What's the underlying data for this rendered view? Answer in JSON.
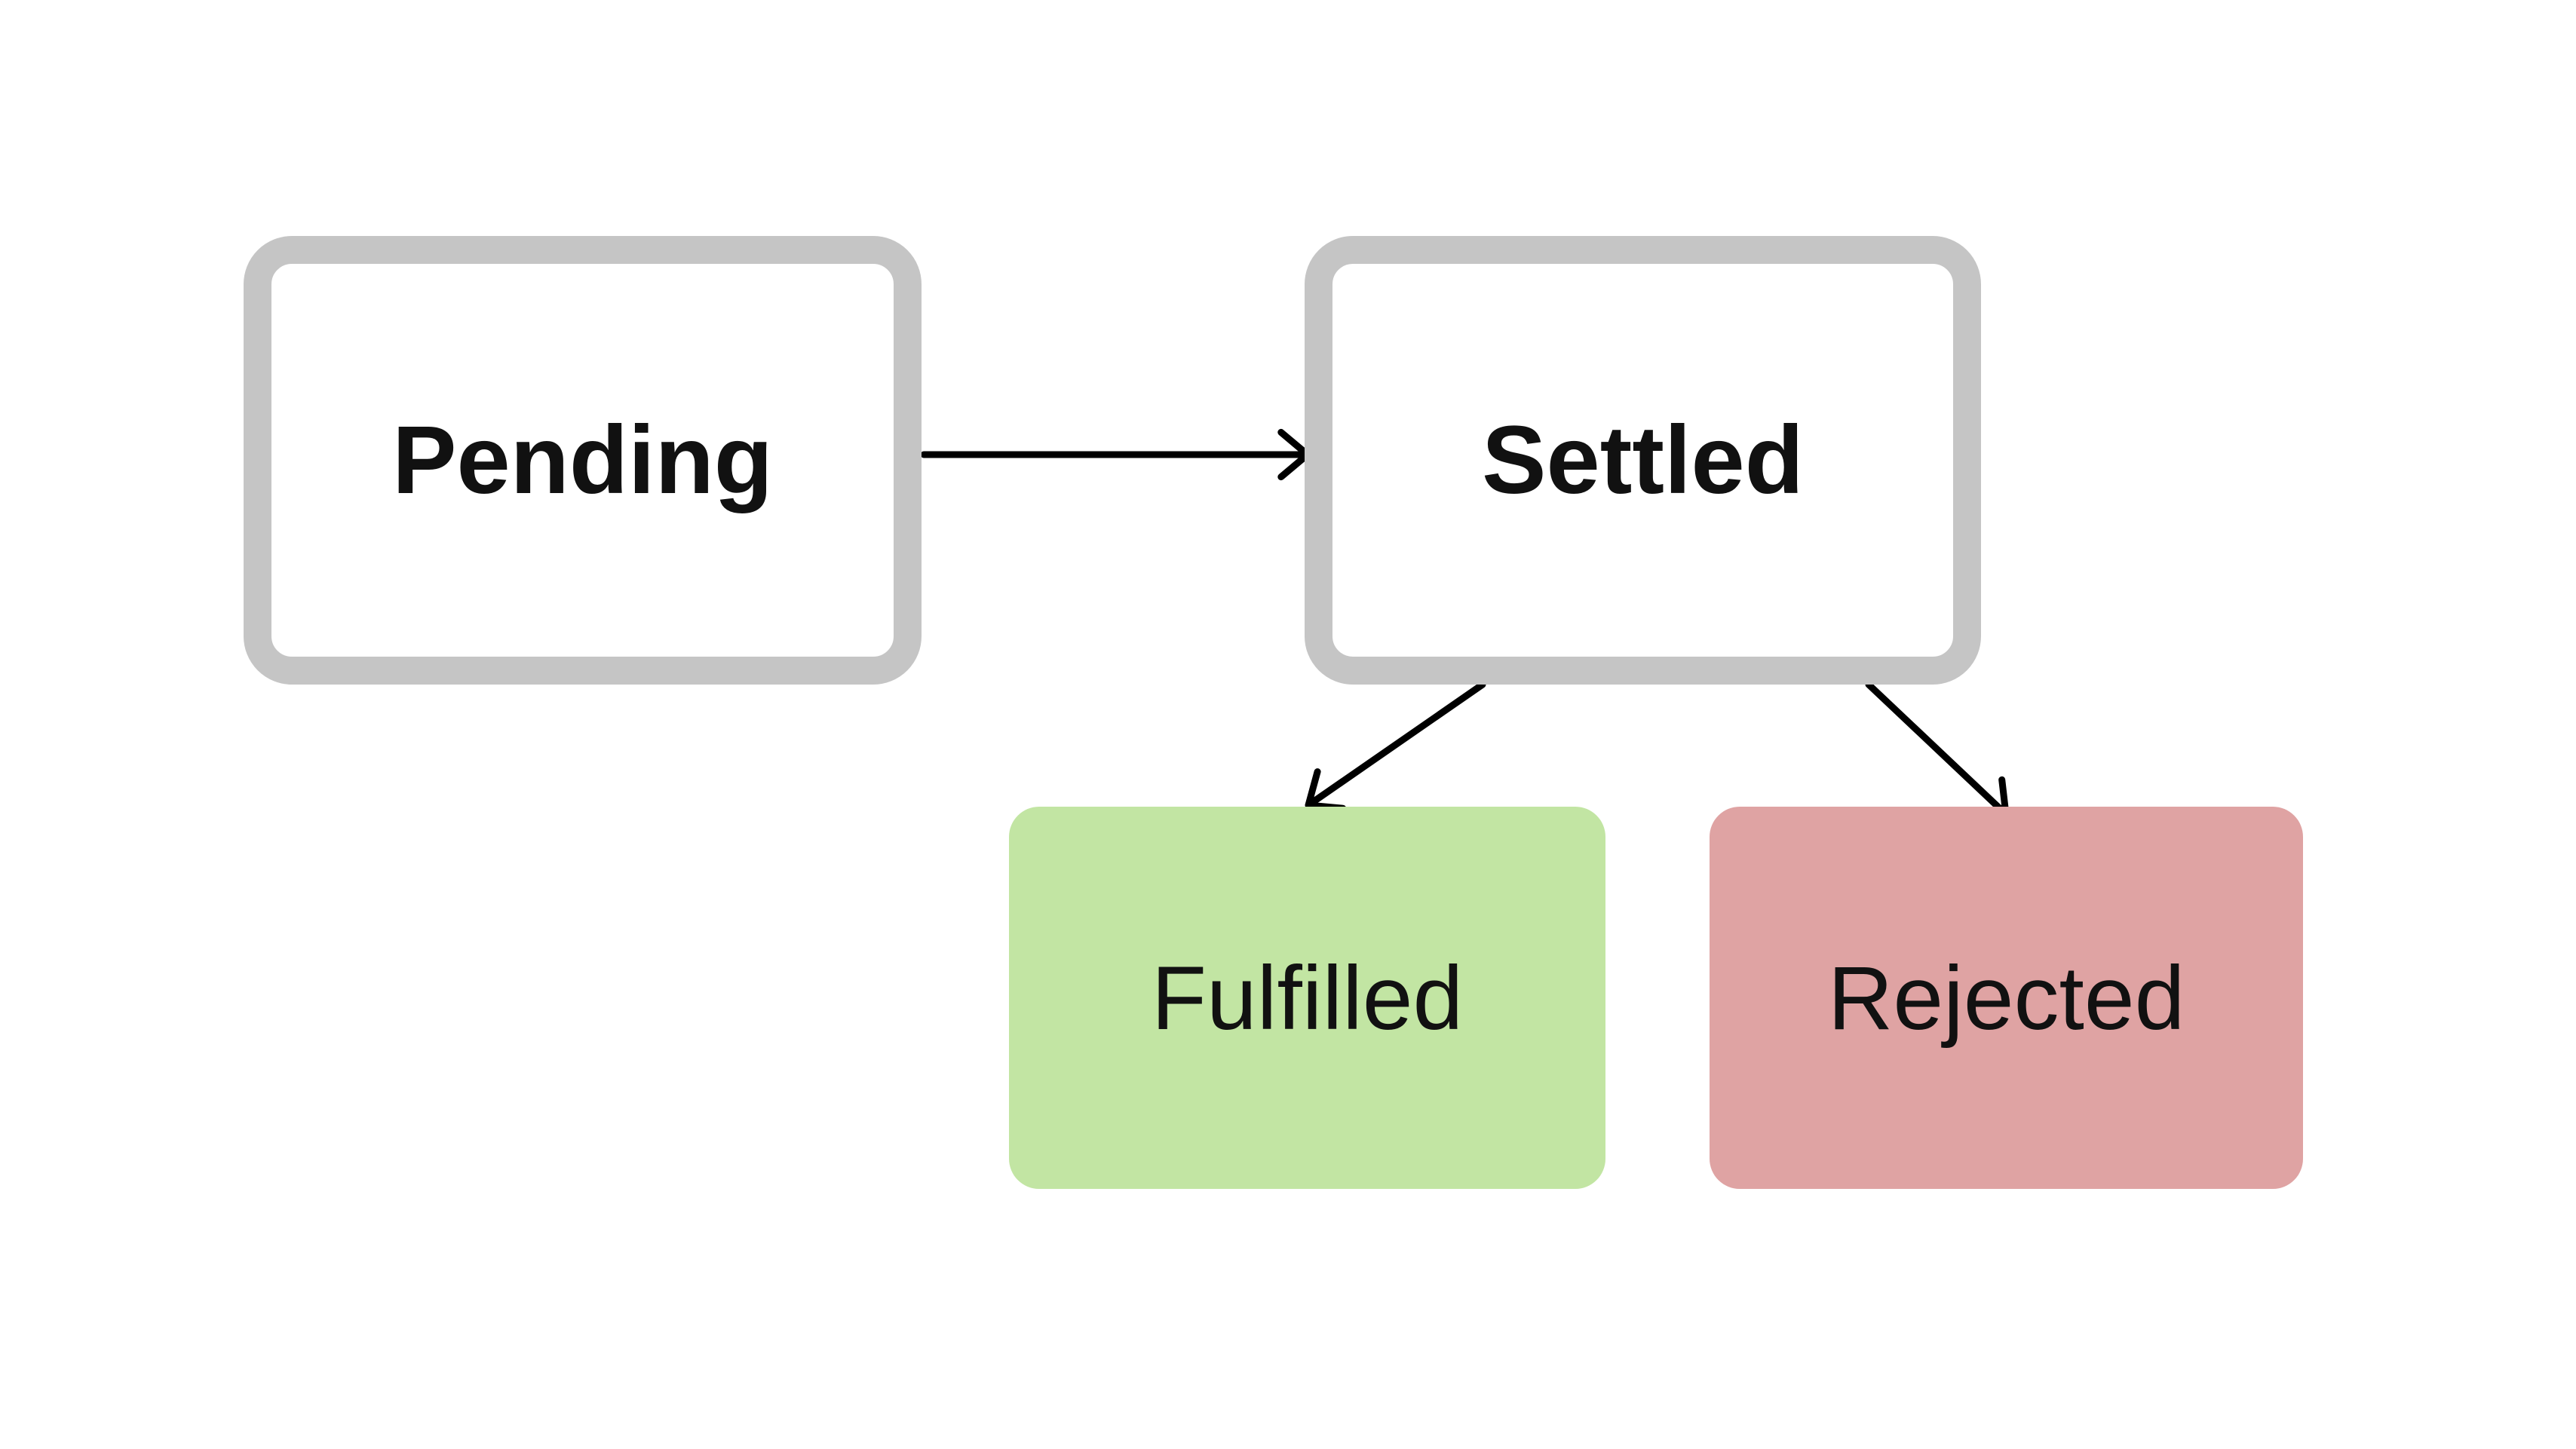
{
  "diagram": {
    "canvas_background": "#ffffff",
    "arrow_color": "#000000",
    "nodes": [
      {
        "id": "pending",
        "label": "Pending",
        "kind": "state",
        "fill": "#ffffff",
        "border_color": "#c5c5c5",
        "text_color": "#111111"
      },
      {
        "id": "settled",
        "label": "Settled",
        "kind": "state",
        "fill": "#ffffff",
        "border_color": "#c5c5c5",
        "text_color": "#111111"
      },
      {
        "id": "fulfilled",
        "label": "Fulfilled",
        "kind": "outcome",
        "fill": "#c2e5a3",
        "text_color": "#111111"
      },
      {
        "id": "rejected",
        "label": "Rejected",
        "kind": "outcome",
        "fill": "#dfa3a3",
        "text_color": "#111111"
      }
    ],
    "edges": [
      {
        "from": "Pending",
        "to": "Settled"
      },
      {
        "from": "Settled",
        "to": "Fulfilled"
      },
      {
        "from": "Settled",
        "to": "Rejected"
      }
    ]
  }
}
